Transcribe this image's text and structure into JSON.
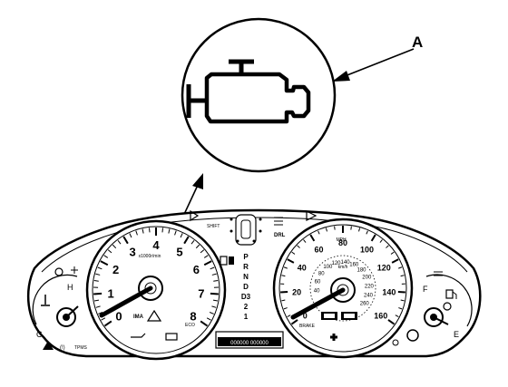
{
  "callout": {
    "label": "A"
  },
  "tachometer": {
    "numbers": [
      "0",
      "1",
      "2",
      "3",
      "4",
      "5",
      "6",
      "7",
      "8"
    ],
    "label_x1000": "x1000r/min"
  },
  "speedometer": {
    "mph_numbers": [
      "0",
      "20",
      "40",
      "60",
      "80",
      "100",
      "120",
      "140",
      "160"
    ],
    "kmh_numbers": [
      "40",
      "60",
      "80",
      "100",
      "120",
      "140",
      "160",
      "180",
      "200",
      "220",
      "240",
      "260"
    ],
    "unit_mph": "MPH",
    "unit_kmh": "km/h"
  },
  "temp_gauge": {
    "hot": "H",
    "cold": "C"
  },
  "fuel_gauge": {
    "full": "F",
    "empty": "E"
  },
  "gear_indicator": {
    "positions": [
      "P",
      "R",
      "N",
      "D",
      "D3",
      "2",
      "1"
    ]
  },
  "indicator_labels": {
    "drl": "DRL",
    "tpms": "TPMS",
    "eco": "ECO",
    "brake": "BRAKE",
    "ima": "IMA",
    "shift": "SHIFT"
  },
  "odometer": {
    "display": "000000 000000"
  }
}
